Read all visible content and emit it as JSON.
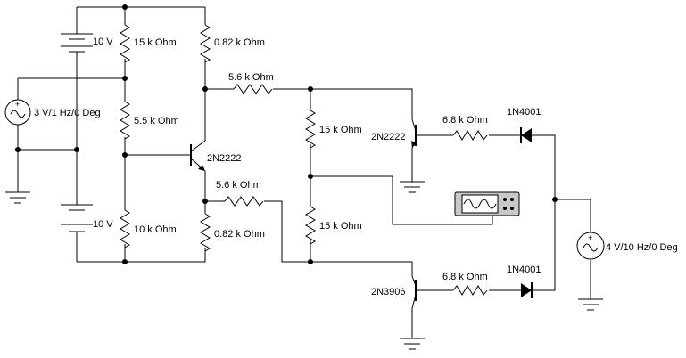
{
  "labels": {
    "r_top_left": "15 k Ohm",
    "r_top_right": "0.82 k Ohm",
    "r_middle_left": "5.5 k Ohm",
    "r_bottom_left": "10 k Ohm",
    "r_bottom_right": "0.82 k Ohm",
    "r_series_top": "5.6 k Ohm",
    "r_series_bottom": "5.6 k Ohm",
    "r_mid_top": "15 k Ohm",
    "r_mid_bottom": "15 k Ohm",
    "r_base_top": "6.8 k Ohm",
    "r_base_bottom": "6.8 k Ohm",
    "battery_top": "10 V",
    "battery_bottom": "10 V",
    "source_left": "3 V/1 Hz/0 Deg",
    "source_right": "4 V/10 Hz/0 Deg",
    "q1": "2N2222",
    "q2": "2N2222",
    "q3": "2N3906",
    "diode_top": "1N4001",
    "diode_bottom": "1N4001"
  },
  "icons": {
    "oscilloscope": "oscilloscope-icon",
    "ground": "ground-icon",
    "ac_source": "ac-source-icon",
    "battery": "battery-icon",
    "diode": "diode-icon",
    "transistor": "transistor-icon"
  }
}
